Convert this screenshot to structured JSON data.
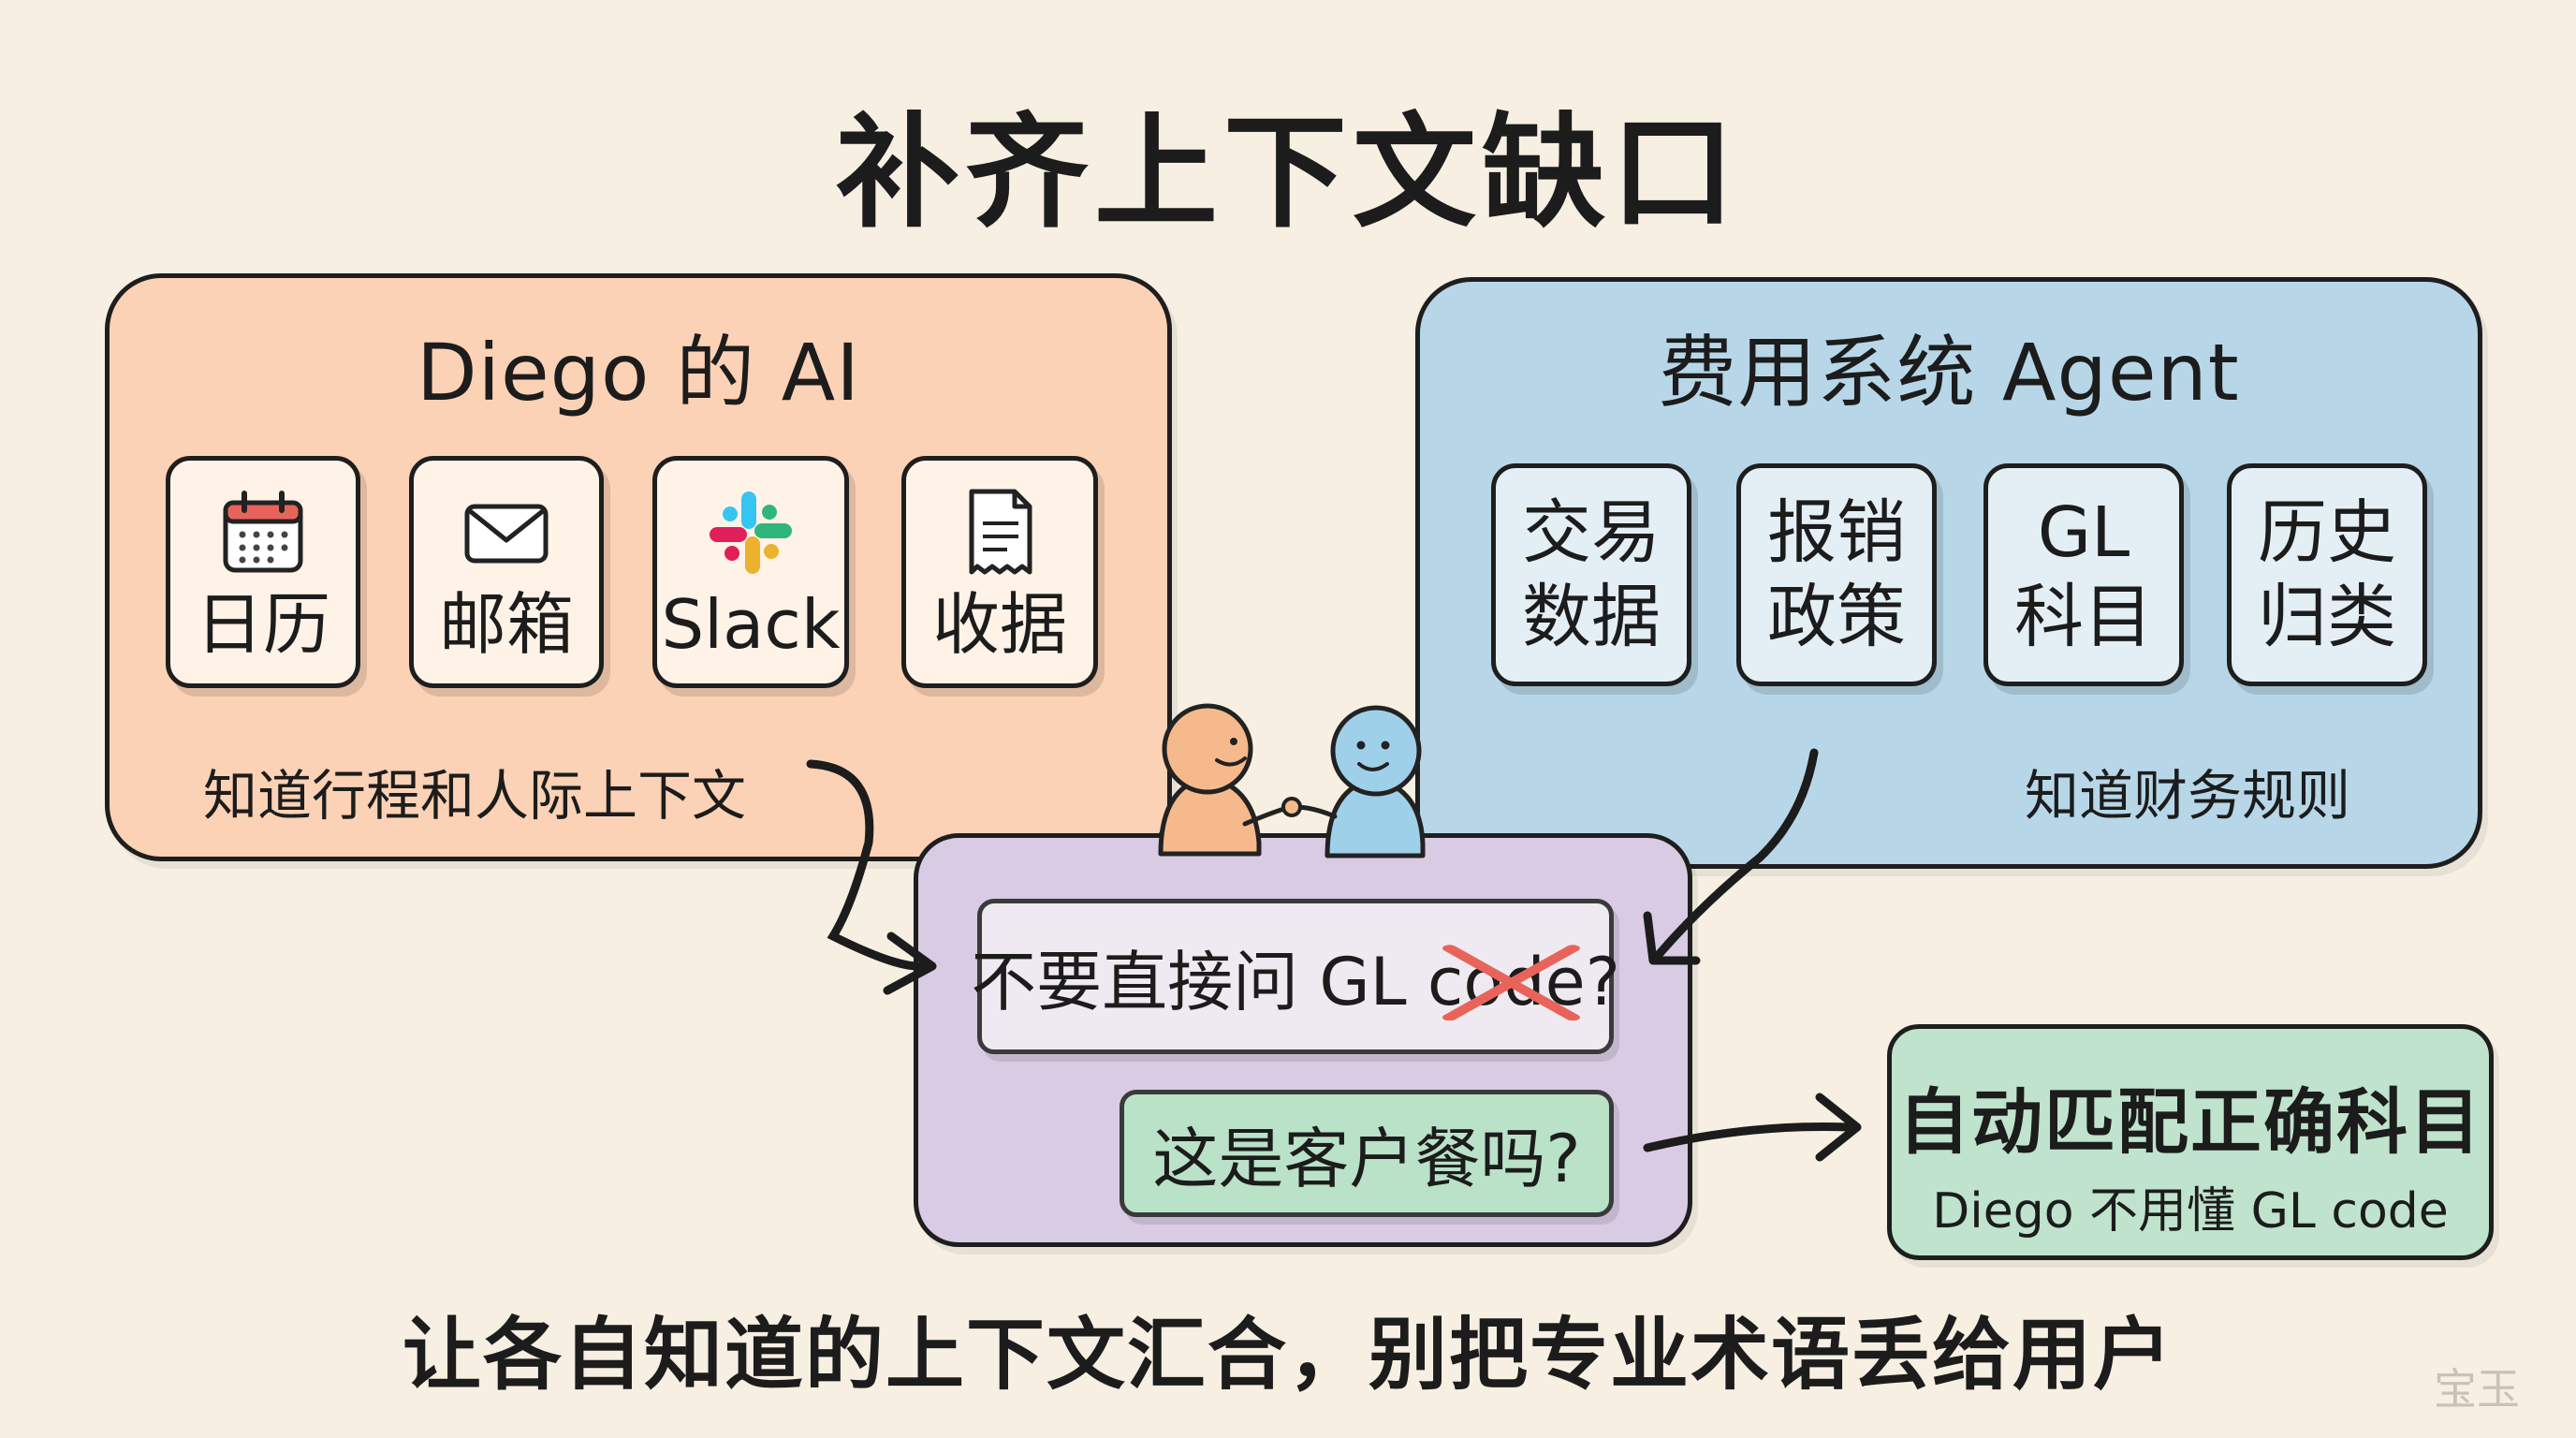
{
  "title": "补齐上下文缺口",
  "left_panel": {
    "title": "Diego 的 AI",
    "cards": [
      {
        "label": "日历",
        "icon": "calendar-icon"
      },
      {
        "label": "邮箱",
        "icon": "envelope-icon"
      },
      {
        "label": "Slack",
        "icon": "slack-icon"
      },
      {
        "label": "收据",
        "icon": "receipt-icon"
      }
    ],
    "caption": "知道行程和人际上下文"
  },
  "right_panel": {
    "title": "费用系统 Agent",
    "cards": [
      {
        "label": "交易\n数据"
      },
      {
        "label": "报销\n政策"
      },
      {
        "label": "GL\n科目"
      },
      {
        "label": "历史\n归类"
      }
    ],
    "caption": "知道财务规则"
  },
  "middle": {
    "question_rejected_prefix": "不要直接问 GL ",
    "question_rejected_struck": "code",
    "question_rejected_suffix": "?",
    "question_asked": "这是客户餐吗?"
  },
  "result": {
    "title": "自动匹配正确科目",
    "subtitle": "Diego 不用懂 GL code"
  },
  "footer": "让各自知道的上下文汇合，别把专业术语丢给用户",
  "watermark": "宝玉",
  "colors": {
    "left_panel": "#fcd2b6",
    "right_panel": "#b7d7e8",
    "middle_panel": "#d9cbe4",
    "result_panel": "#bfe3cc",
    "strike": "#e8645a"
  }
}
